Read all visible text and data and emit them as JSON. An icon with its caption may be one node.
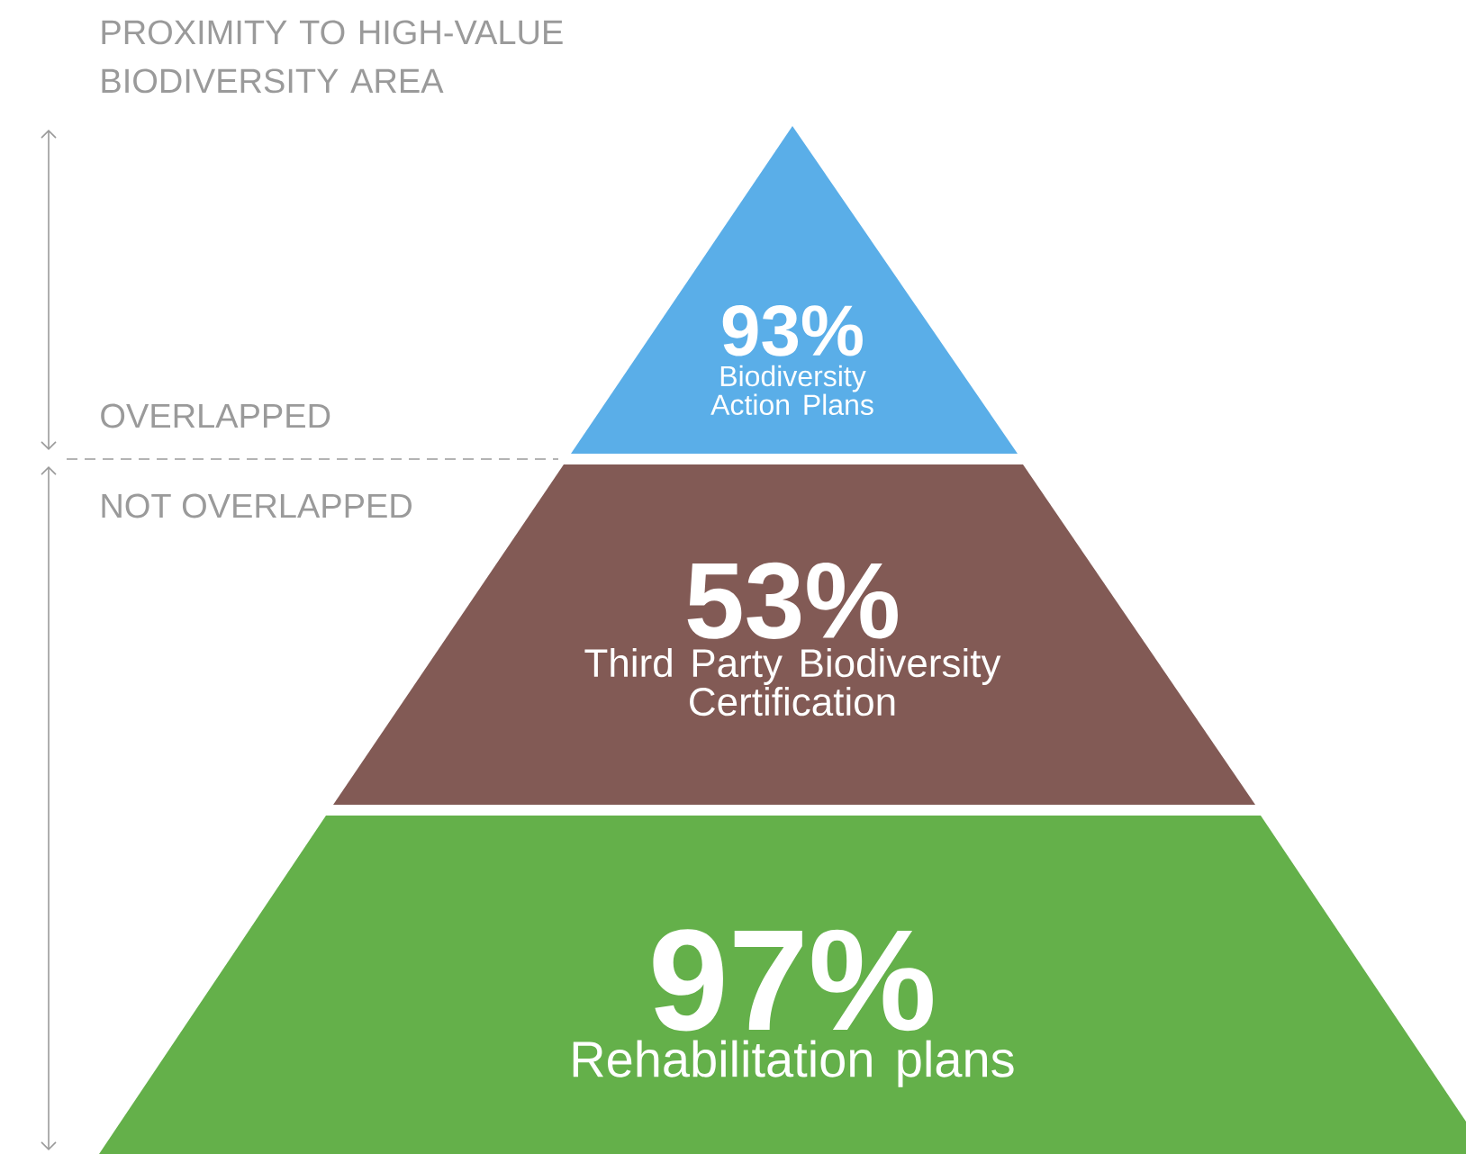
{
  "diagram": {
    "title": "PROXIMITY TO HIGH-VALUE BIODIVERSITY AREA",
    "nodes": [
      {
        "text": [
          "93%",
          "Biodiversity Action Plans"
        ]
      },
      {
        "text": [
          "53%",
          "Third Party Biodiversity Certification"
        ]
      },
      {
        "text": [
          "97%",
          "Rehabilitation plans"
        ]
      }
    ],
    "labels": [
      "OVERLAPPED",
      "NOT OVERLAPPED"
    ]
  }
}
